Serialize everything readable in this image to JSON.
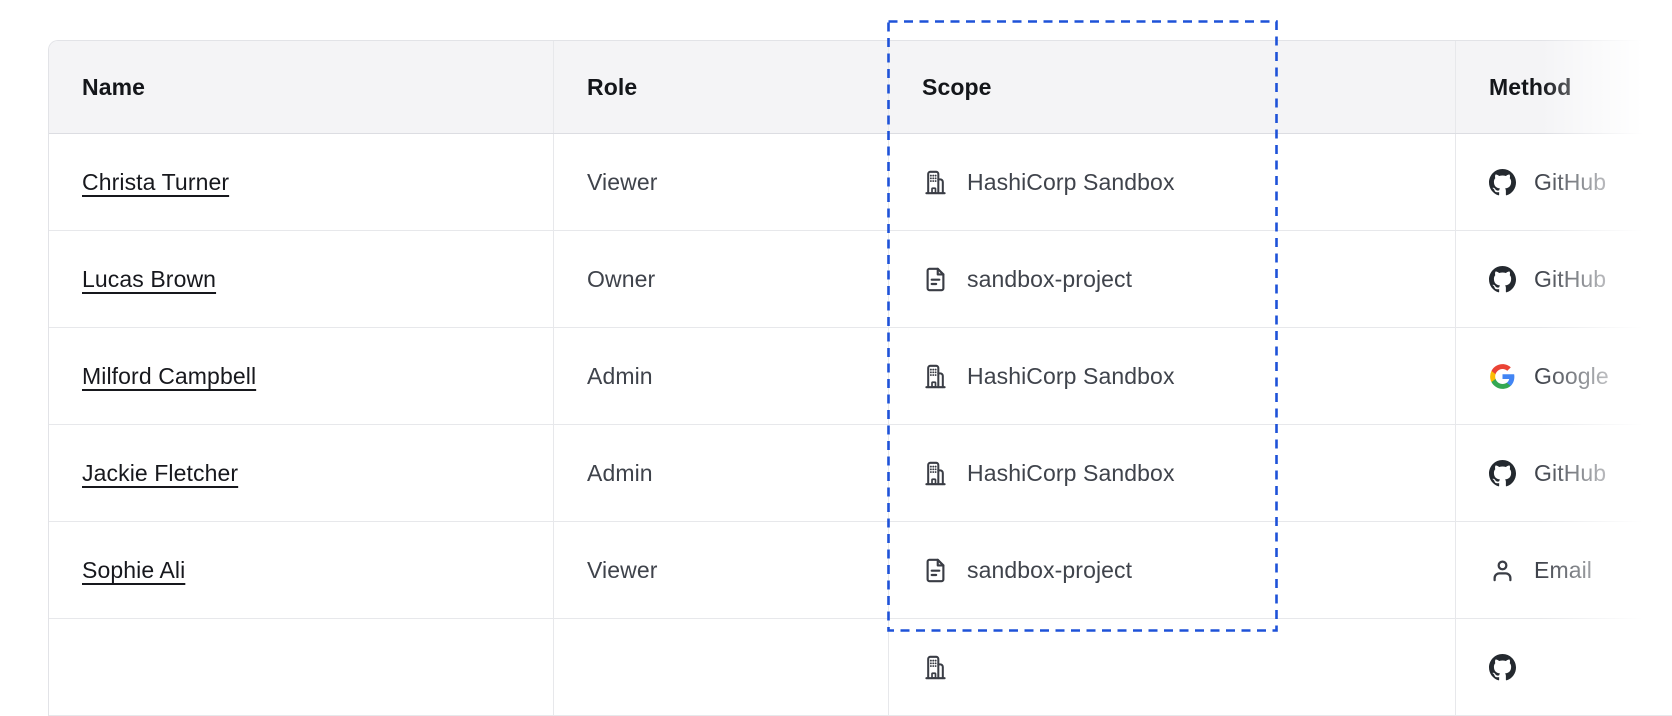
{
  "table": {
    "columns": [
      {
        "key": "name",
        "label": "Name"
      },
      {
        "key": "role",
        "label": "Role"
      },
      {
        "key": "scope",
        "label": "Scope"
      },
      {
        "key": "method",
        "label": "Method"
      }
    ],
    "rows": [
      {
        "name": "Christa Turner",
        "role": "Viewer",
        "scope": {
          "icon": "org-icon",
          "label": "HashiCorp Sandbox"
        },
        "method": {
          "icon": "github-icon",
          "label": "GitHub"
        }
      },
      {
        "name": "Lucas Brown",
        "role": "Owner",
        "scope": {
          "icon": "file-icon",
          "label": "sandbox-project"
        },
        "method": {
          "icon": "github-icon",
          "label": "GitHub"
        }
      },
      {
        "name": "Milford Campbell",
        "role": "Admin",
        "scope": {
          "icon": "org-icon",
          "label": "HashiCorp Sandbox"
        },
        "method": {
          "icon": "google-icon",
          "label": "Google"
        }
      },
      {
        "name": "Jackie Fletcher",
        "role": "Admin",
        "scope": {
          "icon": "org-icon",
          "label": "HashiCorp Sandbox"
        },
        "method": {
          "icon": "github-icon",
          "label": "GitHub"
        }
      },
      {
        "name": "Sophie Ali",
        "role": "Viewer",
        "scope": {
          "icon": "file-icon",
          "label": "sandbox-project"
        },
        "method": {
          "icon": "person-icon",
          "label": "Email"
        }
      },
      {
        "name": "",
        "role": "",
        "scope": {
          "icon": "org-icon",
          "label": ""
        },
        "method": {
          "icon": "github-icon",
          "label": ""
        }
      }
    ]
  },
  "annotation": {
    "type": "dashed-highlight",
    "target": "scope-column",
    "color": "#1e52d8"
  },
  "colors": {
    "highlight_blue": "#1e52d8",
    "header_bg": "#f4f4f6",
    "row_border": "#e7e8eb",
    "header_text": "#14161a",
    "body_text": "#3f434b",
    "link_text": "#17181d",
    "icon_color": "#3a3d45",
    "github_icon": "#24292f",
    "google_red": "#EA4335",
    "google_yellow": "#FBBC05",
    "google_green": "#34A853",
    "google_blue": "#4285F4"
  }
}
